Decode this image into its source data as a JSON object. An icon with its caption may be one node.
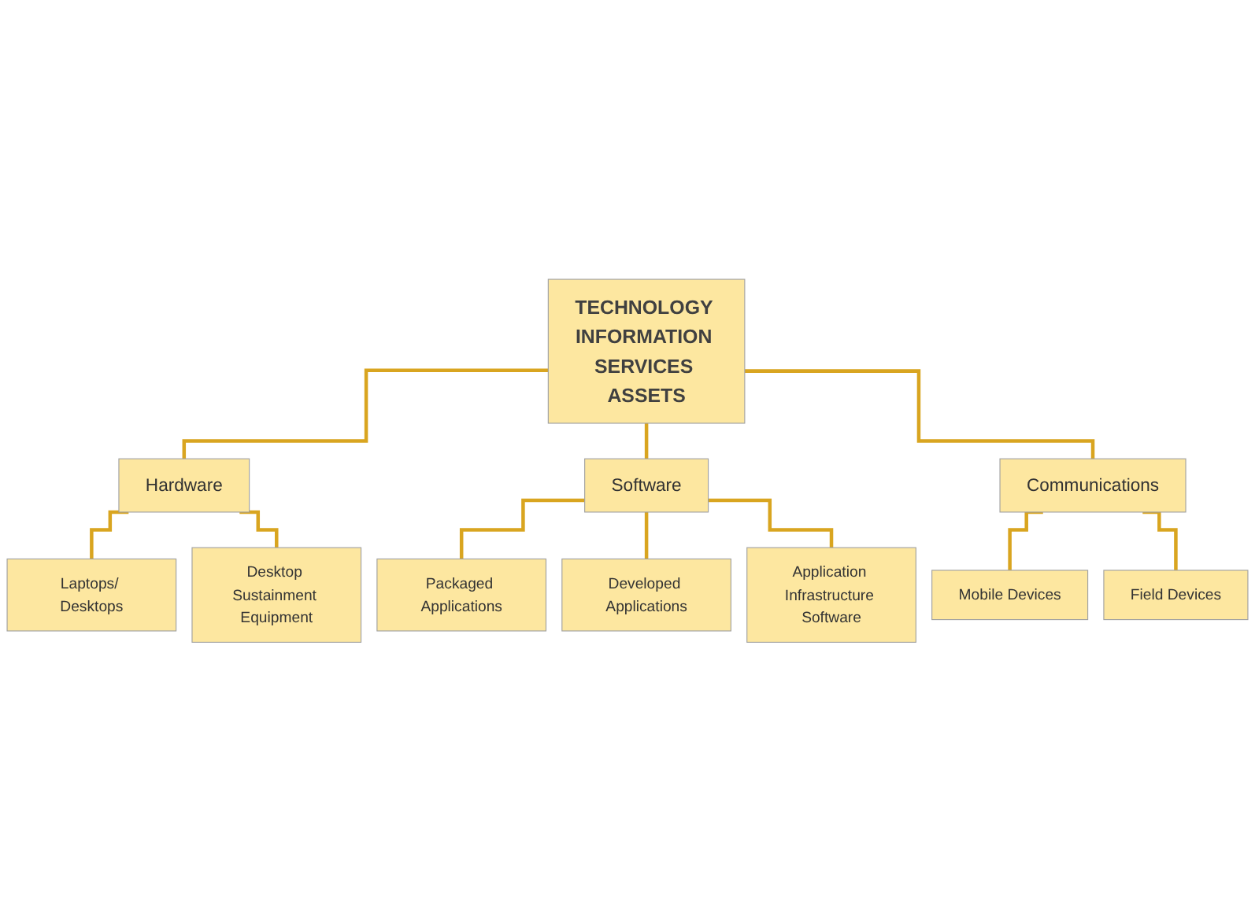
{
  "diagram": {
    "nodes": [
      {
        "text": [
          "TECHNOLOGY INFORMATION SERVICES ASSETS"
        ]
      },
      {
        "text": [
          "Hardware"
        ]
      },
      {
        "text": [
          "Software"
        ]
      },
      {
        "text": [
          "Communications"
        ]
      },
      {
        "text": [
          "Laptops/ Desktops"
        ]
      },
      {
        "text": [
          "Desktop Sustainment Equipment"
        ]
      },
      {
        "text": [
          "Packaged Applications"
        ]
      },
      {
        "text": [
          "Developed Applications"
        ]
      },
      {
        "text": [
          "Application Infrastructure Software"
        ]
      },
      {
        "text": [
          "Mobile Devices"
        ]
      },
      {
        "text": [
          "Field Devices"
        ]
      }
    ],
    "edges": [
      {
        "from": 0,
        "to": 1,
        "arrow": "none"
      },
      {
        "from": 0,
        "to": 2,
        "arrow": "none"
      },
      {
        "from": 0,
        "to": 3,
        "arrow": "none"
      },
      {
        "from": 1,
        "to": 4,
        "arrow": "none"
      },
      {
        "from": 1,
        "to": 5,
        "arrow": "none"
      },
      {
        "from": 2,
        "to": 6,
        "arrow": "none"
      },
      {
        "from": 2,
        "to": 7,
        "arrow": "none"
      },
      {
        "from": 2,
        "to": 8,
        "arrow": "none"
      },
      {
        "from": 3,
        "to": 9,
        "arrow": "none"
      },
      {
        "from": 3,
        "to": 10,
        "arrow": "none"
      }
    ]
  }
}
